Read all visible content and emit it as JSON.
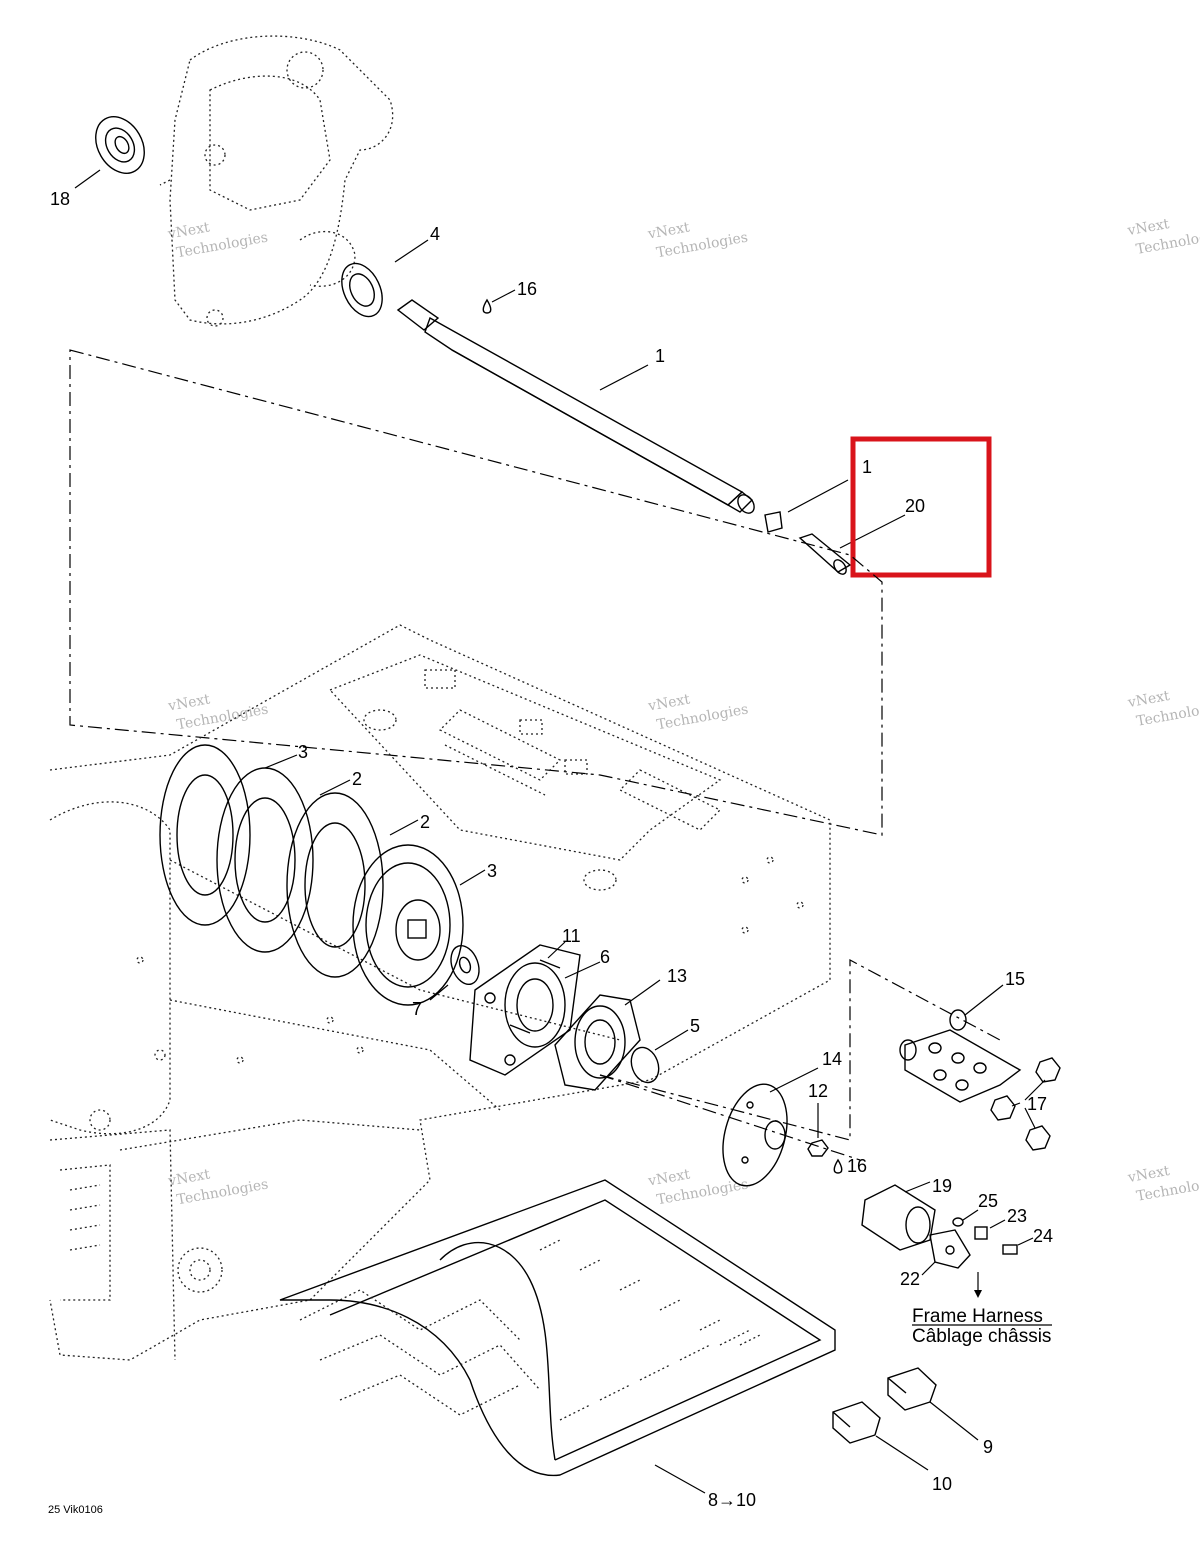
{
  "callouts": {
    "c18": "18",
    "c4": "4",
    "c16a": "16",
    "c1a": "1",
    "c1b": "1",
    "c20": "20",
    "c3a": "3",
    "c2a": "2",
    "c2b": "2",
    "c3b": "3",
    "c11": "11",
    "c6": "6",
    "c7": "7",
    "c13": "13",
    "c5": "5",
    "c14": "14",
    "c12": "12",
    "c16b": "16",
    "c15": "15",
    "c17": "17",
    "c19": "19",
    "c25": "25",
    "c23": "23",
    "c24": "24",
    "c22": "22",
    "c9": "9",
    "c10": "10",
    "c8_10": "8→10"
  },
  "harness_note": {
    "line1": "Frame Harness",
    "line2": "Câblage châssis"
  },
  "figure_ref": "25 Vik0106",
  "watermark": {
    "line1": "vNext",
    "line2": "Technologies"
  },
  "highlight_color": "#d9141b"
}
